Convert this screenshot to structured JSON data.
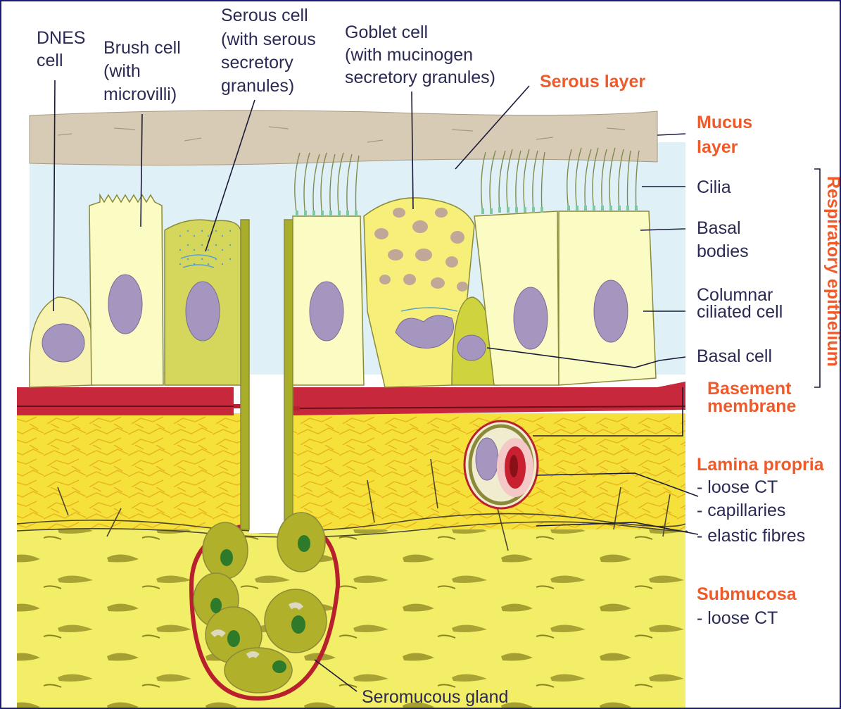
{
  "labels": {
    "dnes_line1": "DNES",
    "dnes_line2": "cell",
    "brush_line1": "Brush cell",
    "brush_line2": "(with",
    "brush_line3": "microvilli)",
    "serous_cell_line1": "Serous cell",
    "serous_cell_line2": "(with serous",
    "serous_cell_line3": "secretory",
    "serous_cell_line4": "granules)",
    "goblet_line1": "Goblet cell",
    "goblet_line2": "(with mucinogen",
    "goblet_line3": "secretory granules)",
    "serous_layer": "Serous layer",
    "mucus_line1": "Mucus",
    "mucus_line2": "layer",
    "cilia": "Cilia",
    "basal_bodies_line1": "Basal",
    "basal_bodies_line2": "bodies",
    "columnar_line1": "Columnar",
    "columnar_line2": "ciliated cell",
    "basal_cell": "Basal cell",
    "basement_line1": "Basement",
    "basement_line2": "membrane",
    "respiratory_epithelium": "Respiratory epithelium",
    "lamina_propria": "Lamina propria",
    "lamina_loose": "- loose CT",
    "capillaries": "- capillaries",
    "elastic_fibres": "- elastic fibres",
    "submucosa": "Submucosa",
    "submucosa_loose": "- loose CT",
    "seromucous_gland": "Seromucous gland"
  },
  "colors": {
    "border": "#1c1a78",
    "label_text": "#2a2a55",
    "label_highlight": "#f05a28",
    "mucus": "#d8cbb5",
    "serous": "#dff1f6",
    "basement": "#c8283c",
    "lamina": "#f7e24a",
    "submucosa": "#f2ec6a",
    "cell_fill": "#fbfbc4",
    "nucleus": "#a596c0"
  }
}
